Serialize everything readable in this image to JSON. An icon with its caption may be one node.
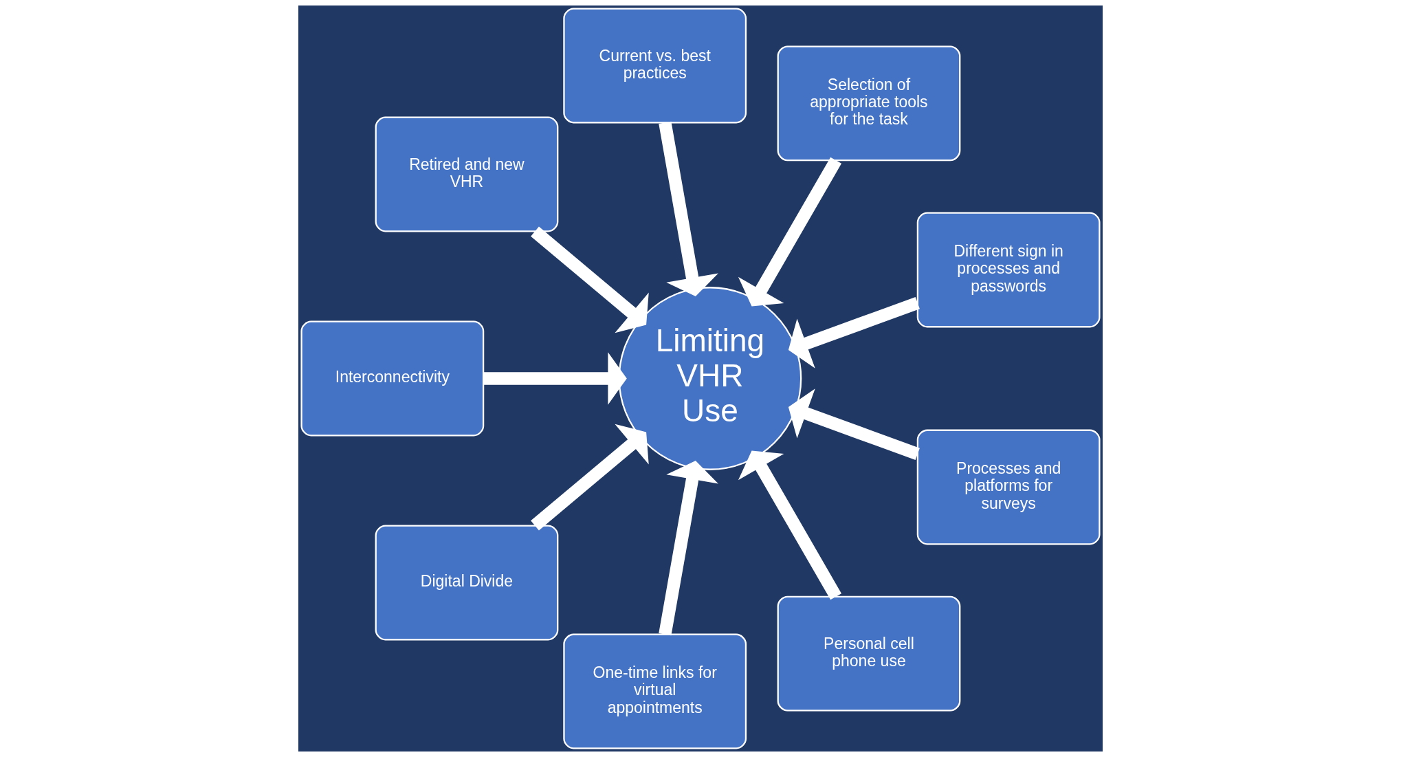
{
  "diagram": {
    "nodes": [
      {
        "text": [
          "Limiting VHR Use"
        ]
      },
      {
        "text": [
          "Different sign in processes and passwords"
        ]
      },
      {
        "text": [
          "Selection of appropriate tools for the task"
        ]
      },
      {
        "text": [
          "Current vs. best practices"
        ]
      },
      {
        "text": [
          "Retired and new VHR"
        ]
      },
      {
        "text": [
          "Interconnectivity"
        ]
      },
      {
        "text": [
          "Digital Divide"
        ]
      },
      {
        "text": [
          "One-time links for virtual appointments"
        ]
      },
      {
        "text": [
          "Personal cell phone use"
        ]
      },
      {
        "text": [
          "Processes and platforms for surveys"
        ]
      }
    ],
    "edges": [
      {
        "from": 1,
        "to": 0,
        "arrow": "to"
      },
      {
        "from": 2,
        "to": 0,
        "arrow": "to"
      },
      {
        "from": 3,
        "to": 0,
        "arrow": "to"
      },
      {
        "from": 4,
        "to": 0,
        "arrow": "to"
      },
      {
        "from": 5,
        "to": 0,
        "arrow": "to"
      },
      {
        "from": 6,
        "to": 0,
        "arrow": "to"
      },
      {
        "from": 7,
        "to": 0,
        "arrow": "to"
      },
      {
        "from": 8,
        "to": 0,
        "arrow": "to"
      },
      {
        "from": 9,
        "to": 0,
        "arrow": "to"
      }
    ]
  }
}
